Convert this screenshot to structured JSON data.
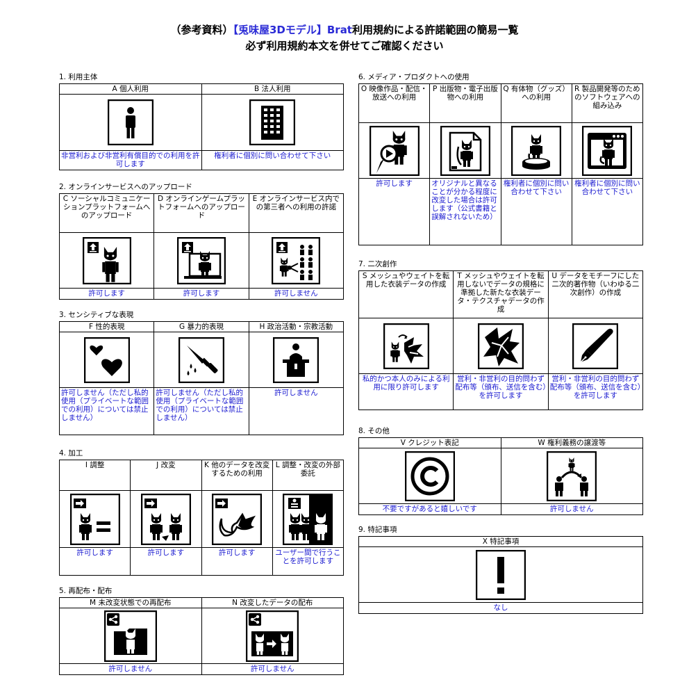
{
  "header": {
    "prefix": "（参考資料）",
    "brand": "【兎味屋3Dモデル】Brat",
    "suffix": "利用規約による許諾範囲の簡易一覧",
    "subtitle": "必ず利用規約本文を併せてご確認ください"
  },
  "sections": {
    "s1": {
      "title": "1. 利用主体",
      "items": [
        {
          "label": "A 個人利用",
          "icon": "person-icon",
          "desc": "非営利および非営利有償目的での利用を許可します"
        },
        {
          "label": "B 法人利用",
          "icon": "building-icon",
          "desc": "権利者に個別に問い合わせて下さい"
        }
      ]
    },
    "s2": {
      "title": "2. オンラインサービスへのアップロード",
      "items": [
        {
          "label": "C ソーシャルコミュニケーションプラットフォームへのアップロード",
          "icon": "upload-cat-icon",
          "desc": "許可します"
        },
        {
          "label": "D オンラインゲームプラットフォームへのアップロード",
          "icon": "upload-game-icon",
          "desc": "許可します"
        },
        {
          "label": "E オンラインサービス内での第三者への利用の許諾",
          "icon": "upload-share-icon",
          "desc": "許可しません"
        }
      ]
    },
    "s3": {
      "title": "3. センシティブな表現",
      "items": [
        {
          "label": "F 性的表現",
          "icon": "hearts-icon",
          "desc": "許可しません（ただし私的使用（プライベートな範囲での利用）については禁止しません）"
        },
        {
          "label": "G 暴力的表現",
          "icon": "knife-icon",
          "desc": "許可しません（ただし私的使用（プライベートな範囲での利用）については禁止しません）"
        },
        {
          "label": "H 政治活動・宗教活動",
          "icon": "podium-icon",
          "desc": "許可しません"
        }
      ]
    },
    "s4": {
      "title": "4. 加工",
      "items": [
        {
          "label": "I 調整",
          "icon": "adjust-icon",
          "desc": "許可します"
        },
        {
          "label": "J 改変",
          "icon": "modify-icon",
          "desc": "許可します"
        },
        {
          "label": "K 他のデータを改変するための利用",
          "icon": "reuse-icon",
          "desc": "許可します"
        },
        {
          "label": "L 調整・改変の外部委託",
          "icon": "outsource-icon",
          "desc": "ユーザー間で行うことを許可します"
        }
      ]
    },
    "s5": {
      "title": "5. 再配布・配布",
      "items": [
        {
          "label": "M 未改変状態での再配布",
          "icon": "share-folder-icon",
          "desc": "許可しません"
        },
        {
          "label": "N 改変したデータの配布",
          "icon": "share-modified-icon",
          "desc": "許可しません"
        }
      ]
    },
    "s6": {
      "title": "6. メディア・プロダクトへの使用",
      "items": [
        {
          "label": "O 映像作品・配信・放送への利用",
          "icon": "video-icon",
          "desc": "許可します"
        },
        {
          "label": "P 出版物・電子出版物への利用",
          "icon": "publication-icon",
          "desc": "オリジナルと異なることが分かる程度に改変した場合は許可します（公式書籍と誤解されないため）"
        },
        {
          "label": "Q 有体物（グッズ）への利用",
          "icon": "goods-icon",
          "desc": "権利者に個別に問い合わせて下さい"
        },
        {
          "label": "R 製品開発等のためのソフトウェアへの組み込み",
          "icon": "software-icon",
          "desc": "権利者に個別に問い合わせて下さい"
        }
      ]
    },
    "s7": {
      "title": "7. 二次創作",
      "items": [
        {
          "label": "S メッシュやウェイトを転用した衣装データの作成",
          "icon": "costume-cat-icon",
          "desc": "私的かつ本人のみによる利用に限り許可します"
        },
        {
          "label": "T メッシュやウェイトを転用しないでデータの規格に準拠した新たな衣装データ・テクスチャデータの作成",
          "icon": "cloth-icon",
          "desc": "営利・非営利の目的問わず配布等（頒布、送信を含む）を許可します"
        },
        {
          "label": "U データをモチーフにした二次的著作物（いわゆる二次創作）の作成",
          "icon": "pen-icon",
          "desc": "営利・非営利の目的問わず配布等（頒布、送信を含む）を許可します"
        }
      ]
    },
    "s8": {
      "title": "8. その他",
      "items": [
        {
          "label": "V クレジット表記",
          "icon": "copyright-icon",
          "desc": "不要ですがあると嬉しいです"
        },
        {
          "label": "W 権利義務の譲渡等",
          "icon": "transfer-icon",
          "desc": "許可しません"
        }
      ]
    },
    "s9": {
      "title": "9. 特記事項",
      "items": [
        {
          "label": "X 特記事項",
          "icon": "exclamation-icon",
          "desc": "なし"
        }
      ]
    }
  }
}
